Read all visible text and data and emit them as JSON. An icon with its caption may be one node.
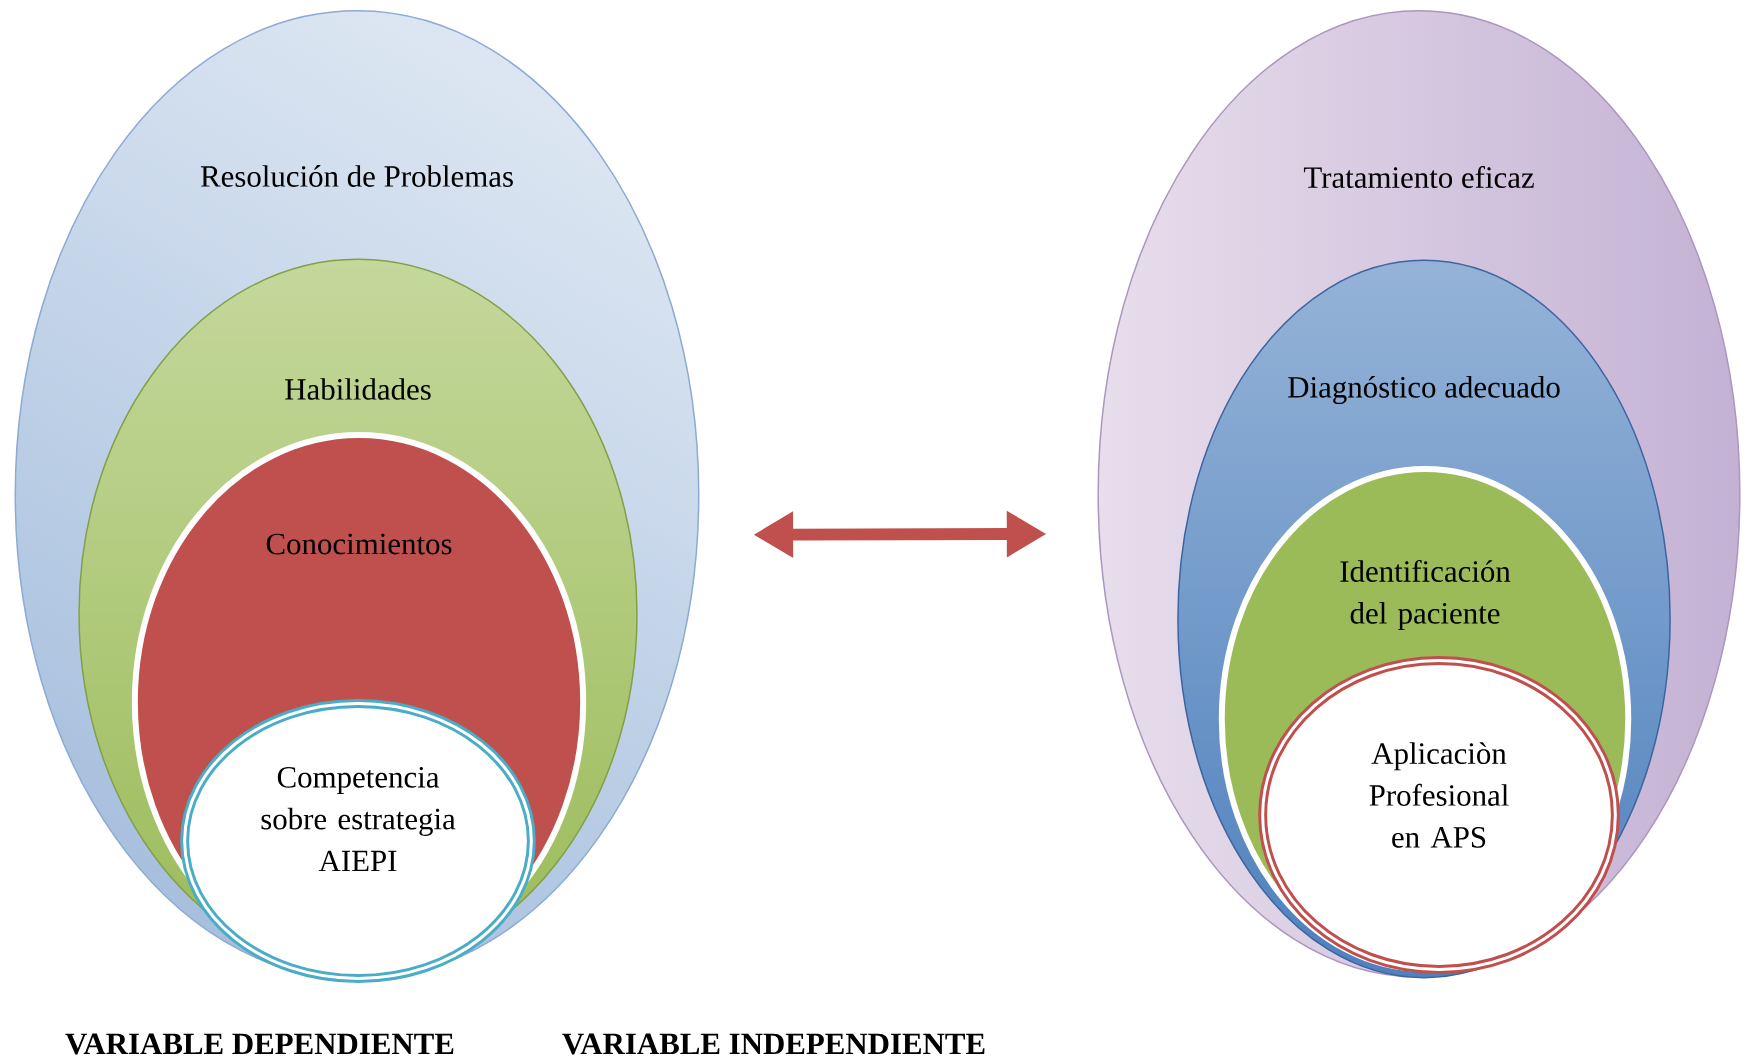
{
  "diagram": {
    "nodes": [
      {
        "text": [
          "Resolución de Problemas"
        ]
      },
      {
        "text": [
          "Habilidades"
        ],
        "in": 0
      },
      {
        "text": [
          "Conocimientos"
        ],
        "in": 1
      },
      {
        "text": [
          "Competencia sobre estrategia AIEPI"
        ],
        "in": 2
      },
      {
        "text": [
          "Tratamiento eficaz"
        ]
      },
      {
        "text": [
          "Diagnóstico adecuado"
        ],
        "in": 4
      },
      {
        "text": [
          "Identificación del paciente"
        ],
        "in": 5
      },
      {
        "text": [
          "Aplicaciòn Profesional en APS"
        ],
        "in": 6
      }
    ],
    "edges": [
      {
        "from": 0,
        "to": 4,
        "arrow": "both"
      }
    ],
    "labels": [
      "VARIABLE DEPENDIENTE",
      "VARIABLE INDEPENDIENTE"
    ]
  }
}
